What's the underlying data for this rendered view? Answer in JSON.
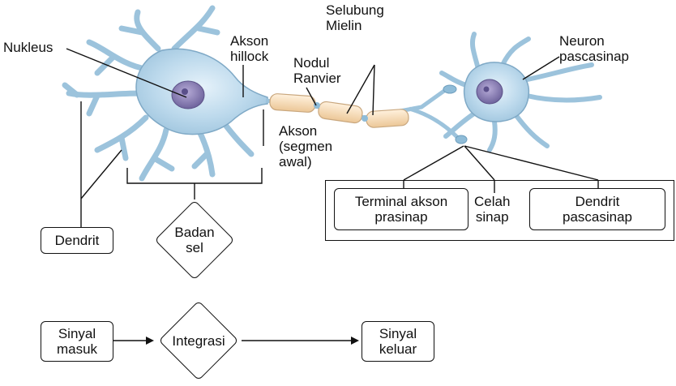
{
  "labels": {
    "nukleus": "Nukleus",
    "akson_hillock": "Akson\nhillock",
    "nodul_ranvier": "Nodul\nRanvier",
    "selubung_mielin": "Selubung\nMielin",
    "neuron_pascasinap": "Neuron\npascasinap",
    "akson_segmen_awal": "Akson\n(segmen\nawal)"
  },
  "boxes": {
    "dendrit": "Dendrit",
    "badan_sel": "Badan\nsel",
    "terminal_akson": "Terminal akson\nprasinap",
    "celah_sinap": "Celah\nsinap",
    "dendrit_pascasinap": "Dendrit\npascasinap"
  },
  "flow": {
    "sinyal_masuk": "Sinyal\nmasuk",
    "integrasi": "Integrasi",
    "sinyal_keluar": "Sinyal\nkeluar"
  },
  "colors": {
    "cell_body": "#bcd9ec",
    "cell_outline": "#7fa9c6",
    "nucleus": "#8f85b8",
    "myelin": "#f6dcb8",
    "myelin_outline": "#c9a77e",
    "line": "#111111"
  }
}
